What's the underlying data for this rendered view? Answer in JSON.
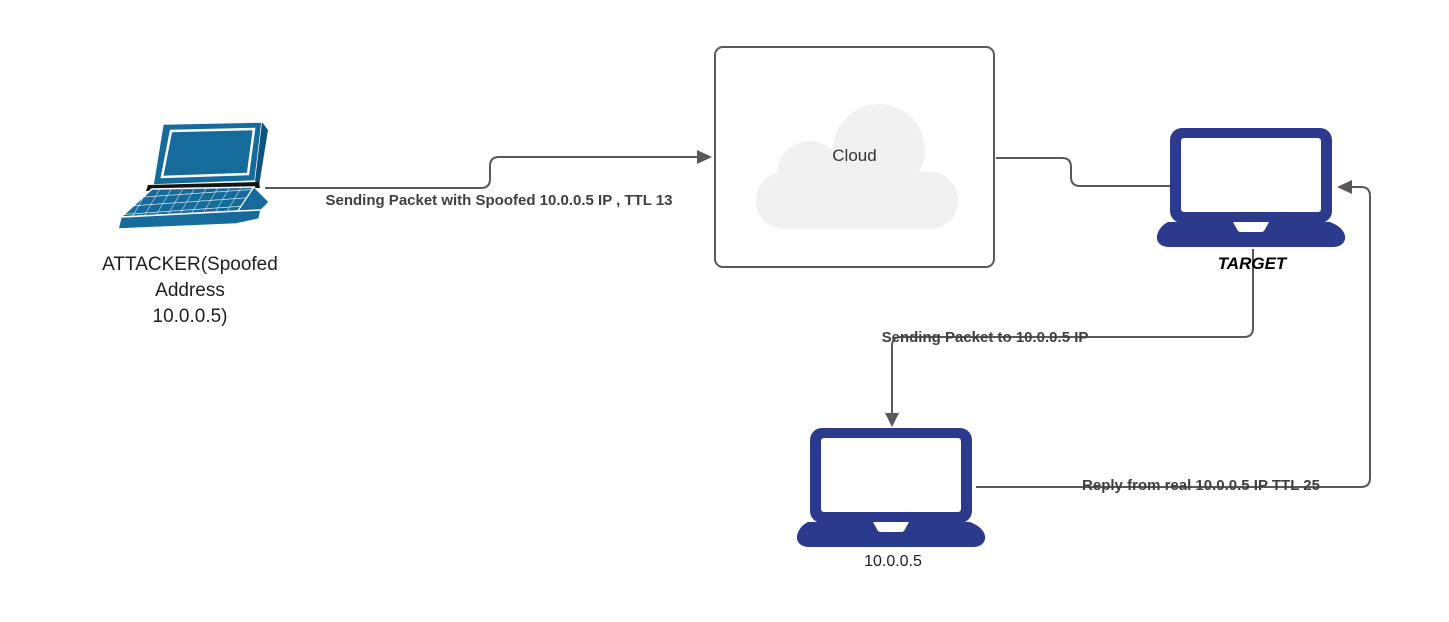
{
  "colors": {
    "line": "#595959",
    "edge_label": "#3F3F3F",
    "node_label": "#1F1F1F",
    "attacker_laptop": "#166B9D",
    "attacker_laptop_dark": "#0E547F",
    "laptop_navy": "#2B3A8C",
    "cloud_fill": "#F1F1F1"
  },
  "nodes": {
    "attacker": {
      "label": "ATTACKER(Spoofed\nAddress\n10.0.0.5)"
    },
    "cloud": {
      "label": "Cloud"
    },
    "target": {
      "label": "TARGET"
    },
    "real_host": {
      "label": "10.0.0.5"
    }
  },
  "edges": {
    "attacker_to_cloud": {
      "label": "Sending Packet with Spoofed 10.0.0.5 IP , TTL 13"
    },
    "cloud_to_target": {
      "label": ""
    },
    "target_to_real_host": {
      "label": "Sending Packet to 10.0.0.5 IP"
    },
    "real_host_to_target": {
      "label": "Reply from real 10.0.0.5 IP TTL 25"
    }
  }
}
